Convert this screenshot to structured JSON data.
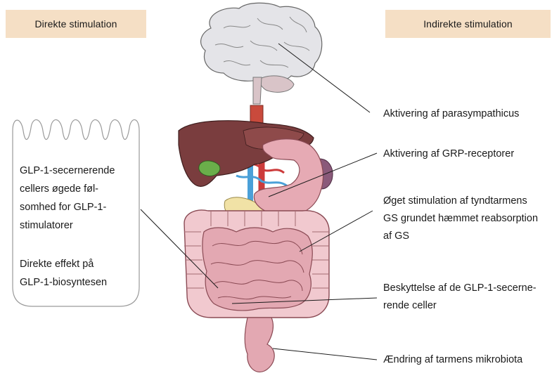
{
  "headers": {
    "left": "Direkte stimulation",
    "right": "Indirekte stimulation"
  },
  "callout": {
    "lines": [
      "GLP-1-secernerende",
      "cellers øgede føl-",
      "somhed for GLP-1-",
      "stimulatorer"
    ],
    "effect_lines": [
      "Direkte effekt på",
      "GLP-1-biosyntesen"
    ]
  },
  "labels": {
    "parasympathicus": "Aktivering af parasympathicus",
    "grp": "Aktivering af GRP-receptorer",
    "gs_lines": [
      "Øget stimulation af tyndtarmens",
      "GS grundet hæmmet reabsorption",
      "af GS"
    ],
    "protection_lines": [
      "Beskyttelse af de GLP-1-secerne-",
      "rende celler"
    ],
    "microbiota": "Ændring af  tarmens mikrobiota"
  },
  "colors": {
    "header_fill": "#f5dfc5",
    "brain": "#e4e4e8",
    "liver": "#7a3d3e",
    "stomach": "#e6aab4",
    "intestine": "#e3a8b2",
    "gallbladder": "#6aae4a",
    "pancreas": "#f1e2a6",
    "esophagus": "#c94a3c",
    "vessel_blue": "#4aa0d8",
    "vessel_red": "#cc3b3b"
  }
}
